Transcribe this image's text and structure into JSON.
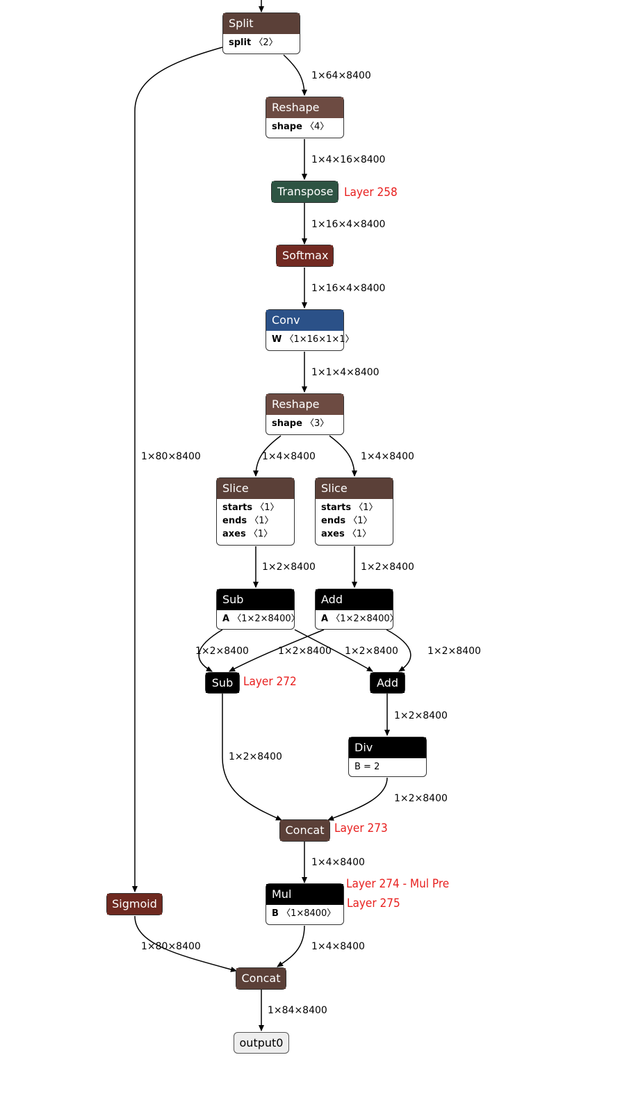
{
  "colors": {
    "layer": "#5b4038",
    "reshape": "#6d4b42",
    "transpose": "#2e5443",
    "softmax": "#722a22",
    "conv": "#2b5188",
    "activation": "#6e2920",
    "math": "#000000",
    "concat": "#5b4038",
    "note": "#e8201f"
  },
  "nodes": {
    "split": {
      "title": "Split",
      "attrs": [
        {
          "k": "split",
          "v": "〈2〉"
        }
      ]
    },
    "reshape1": {
      "title": "Reshape",
      "attrs": [
        {
          "k": "shape",
          "v": "〈4〉"
        }
      ]
    },
    "transpose": {
      "title": "Transpose"
    },
    "softmax": {
      "title": "Softmax"
    },
    "conv": {
      "title": "Conv",
      "attrs": [
        {
          "k": "W",
          "v": "〈1×16×1×1〉"
        }
      ]
    },
    "reshape2": {
      "title": "Reshape",
      "attrs": [
        {
          "k": "shape",
          "v": "〈3〉"
        }
      ]
    },
    "slice_left": {
      "title": "Slice",
      "attrs": [
        {
          "k": "starts",
          "v": "〈1〉"
        },
        {
          "k": "ends",
          "v": "〈1〉"
        },
        {
          "k": "axes",
          "v": "〈1〉"
        }
      ]
    },
    "slice_right": {
      "title": "Slice",
      "attrs": [
        {
          "k": "starts",
          "v": "〈1〉"
        },
        {
          "k": "ends",
          "v": "〈1〉"
        },
        {
          "k": "axes",
          "v": "〈1〉"
        }
      ]
    },
    "sub1": {
      "title": "Sub",
      "attrs": [
        {
          "k": "A",
          "v": "〈1×2×8400〉"
        }
      ]
    },
    "add1": {
      "title": "Add",
      "attrs": [
        {
          "k": "A",
          "v": "〈1×2×8400〉"
        }
      ]
    },
    "sub2": {
      "title": "Sub"
    },
    "add2": {
      "title": "Add"
    },
    "div": {
      "title": "Div",
      "attrs": [
        {
          "k": "",
          "v": "B = 2"
        }
      ]
    },
    "concat1": {
      "title": "Concat"
    },
    "mul": {
      "title": "Mul",
      "attrs": [
        {
          "k": "B",
          "v": "〈1×8400〉"
        }
      ]
    },
    "sigmoid": {
      "title": "Sigmoid"
    },
    "concat2": {
      "title": "Concat"
    },
    "output0": {
      "title": "output0"
    }
  },
  "edge_labels": {
    "split_reshape": "1×64×8400",
    "reshape_transpose": "1×4×16×8400",
    "transpose_softmax": "1×16×4×8400",
    "softmax_conv": "1×16×4×8400",
    "conv_reshape": "1×1×4×8400",
    "split_sigmoid": "1×80×8400",
    "reshape_slice_left": "1×4×8400",
    "reshape_slice_right": "1×4×8400",
    "slice_left_sub": "1×2×8400",
    "slice_right_add": "1×2×8400",
    "sub_sub2": "1×2×8400",
    "add_sub2": "1×2×8400",
    "sub_add2": "1×2×8400",
    "add_add2": "1×2×8400",
    "add2_div": "1×2×8400",
    "sub2_concat": "1×2×8400",
    "div_concat": "1×2×8400",
    "concat_mul": "1×4×8400",
    "sigmoid_concat": "1×80×8400",
    "mul_concat": "1×4×8400",
    "concat_output": "1×84×8400"
  },
  "notes": {
    "transpose": "Layer 258",
    "sub2": "Layer 272",
    "concat1": "Layer 273",
    "mul_pre": "Layer 274 - Mul Pre",
    "mul": "Layer 275"
  }
}
